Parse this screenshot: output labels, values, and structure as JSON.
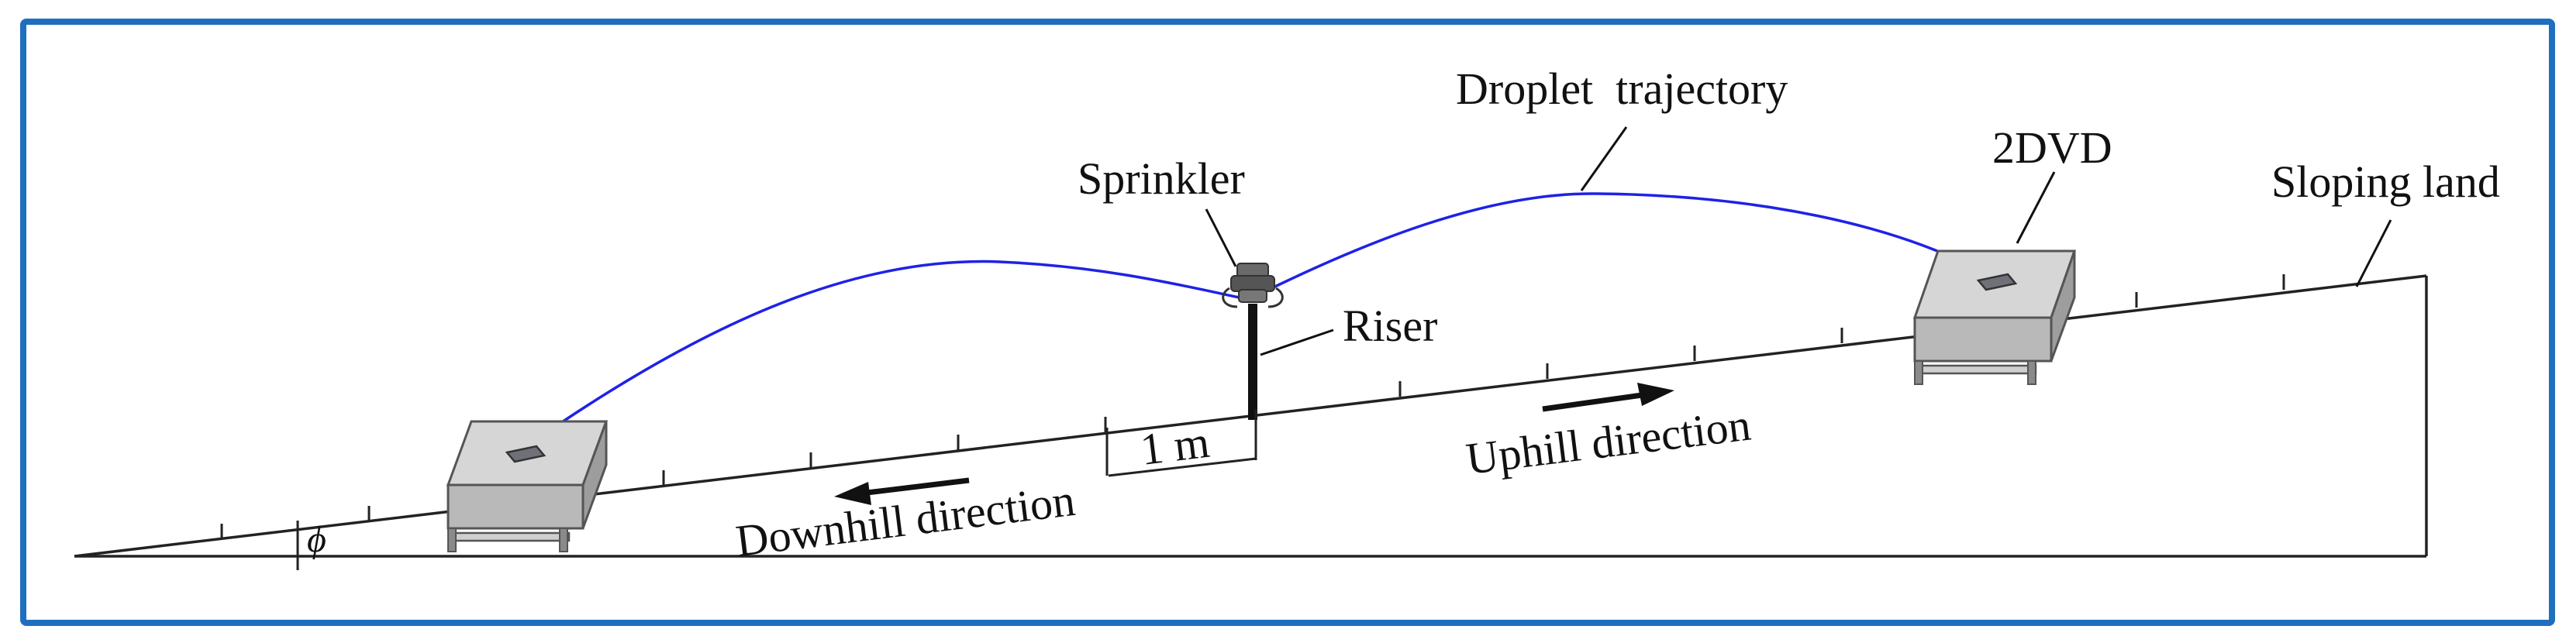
{
  "colors": {
    "frame": "#1f6fbf",
    "trajectory": "#1e22e6",
    "device": "#bdbdbd"
  },
  "labels": {
    "droplet_trajectory": "Droplet  trajectory",
    "sprinkler": "Sprinkler",
    "riser": "Riser",
    "device_2dvd": "2DVD",
    "sloping_land": "Sloping land",
    "uphill": "Uphill direction",
    "downhill": "Downhill direction",
    "scale": "1 m",
    "angle_symbol": "ϕ"
  },
  "icons": {
    "left_device": "2dvd-disdrometer-icon",
    "right_device": "2dvd-disdrometer-icon",
    "sprinkler": "sprinkler-head-icon"
  }
}
